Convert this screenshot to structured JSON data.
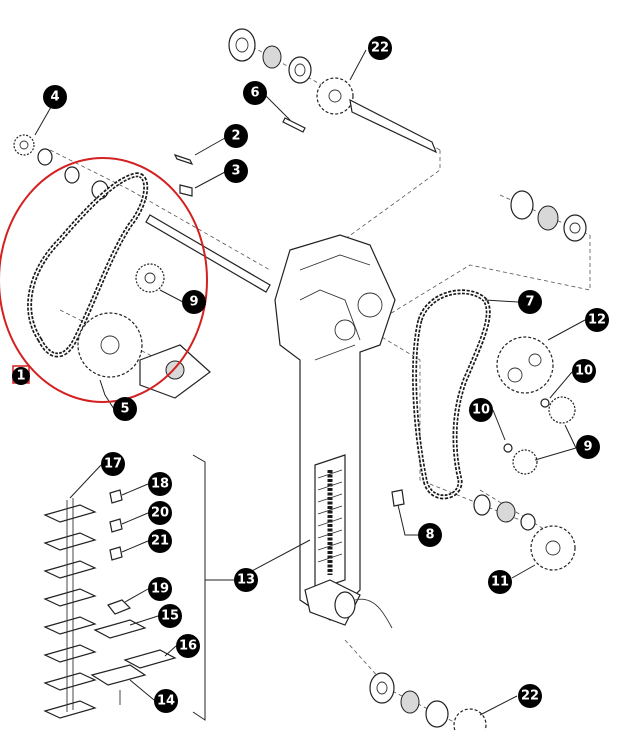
{
  "diagram": {
    "callouts": [
      {
        "id": "c22a",
        "label": "22"
      },
      {
        "id": "c6",
        "label": "6"
      },
      {
        "id": "c4",
        "label": "4"
      },
      {
        "id": "c2",
        "label": "2"
      },
      {
        "id": "c3",
        "label": "3"
      },
      {
        "id": "c9a",
        "label": "9"
      },
      {
        "id": "c1",
        "label": "1"
      },
      {
        "id": "c5",
        "label": "5"
      },
      {
        "id": "c7",
        "label": "7"
      },
      {
        "id": "c12",
        "label": "12"
      },
      {
        "id": "c10a",
        "label": "10"
      },
      {
        "id": "c10b",
        "label": "10"
      },
      {
        "id": "c9b",
        "label": "9"
      },
      {
        "id": "c8",
        "label": "8"
      },
      {
        "id": "c11",
        "label": "11"
      },
      {
        "id": "c17",
        "label": "17"
      },
      {
        "id": "c18",
        "label": "18"
      },
      {
        "id": "c20",
        "label": "20"
      },
      {
        "id": "c21",
        "label": "21"
      },
      {
        "id": "c13",
        "label": "13"
      },
      {
        "id": "c19",
        "label": "19"
      },
      {
        "id": "c15",
        "label": "15"
      },
      {
        "id": "c16",
        "label": "16"
      },
      {
        "id": "c14",
        "label": "14"
      },
      {
        "id": "c22b",
        "label": "22"
      }
    ],
    "highlight_color": "#d42020",
    "callout_color": "#000000"
  }
}
